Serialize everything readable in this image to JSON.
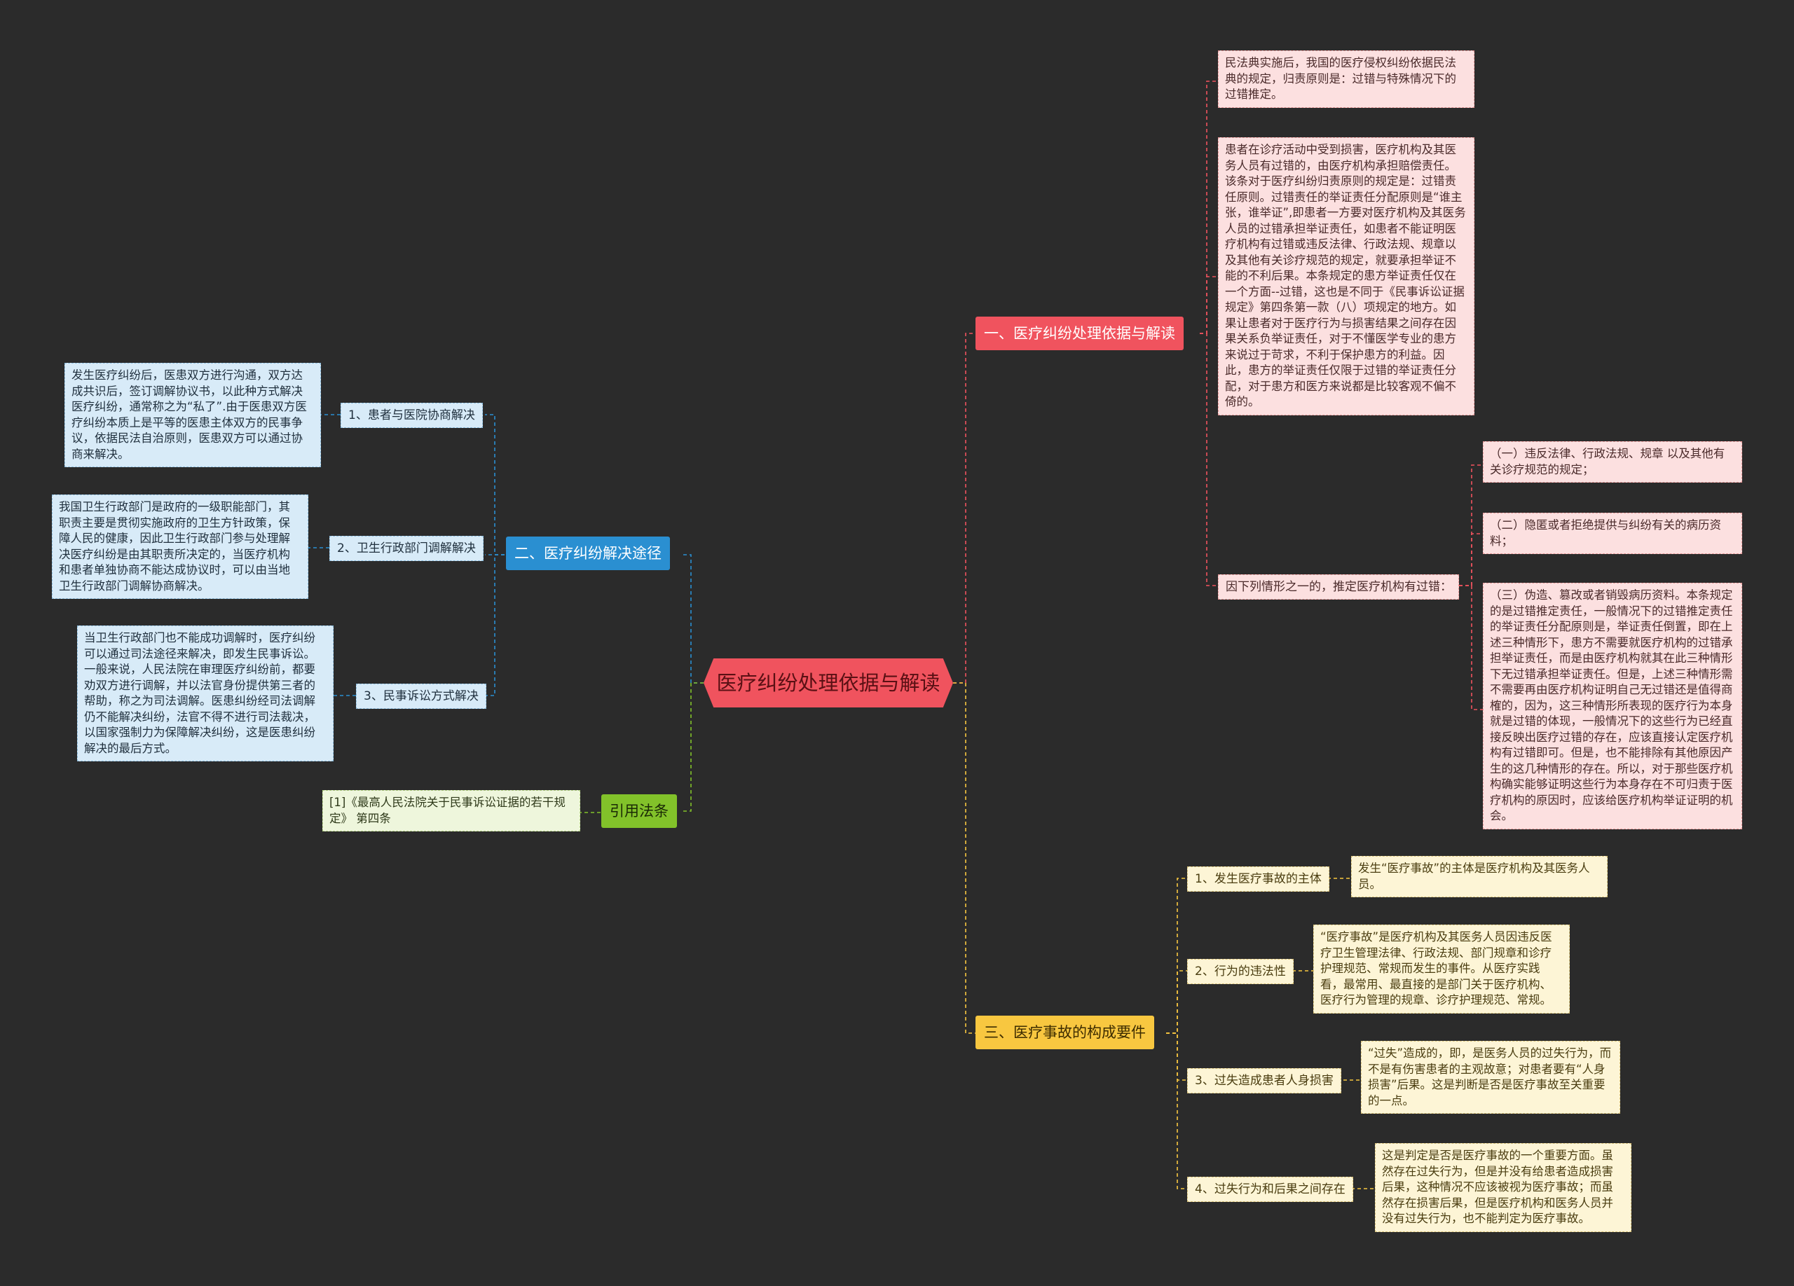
{
  "root": {
    "title": "医疗纠纷处理依据与解读"
  },
  "colors": {
    "background": "#2b2b2b",
    "red": "#f0535e",
    "blue": "#2a8fd1",
    "green": "#82c22a",
    "yellow": "#f8c740"
  },
  "branches": {
    "basis": {
      "label": "一、医疗纠纷处理依据与解读",
      "notes": [
        "民法典实施后，我国的医疗侵权纠纷依据民法典的规定，归责原则是：过错与特殊情况下的过错推定。",
        "患者在诊疗活动中受到损害，医疗机构及其医务人员有过错的，由医疗机构承担赔偿责任。该条对于医疗纠纷归责原则的规定是：过错责任原则。过错责任的举证责任分配原则是“谁主张，谁举证”,即患者一方要对医疗机构及其医务人员的过错承担举证责任，如患者不能证明医疗机构有过错或违反法律、行政法规、规章以及其他有关诊疗规范的规定，就要承担举证不能的不利后果。本条规定的患方举证责任仅在一个方面--过错，这也是不同于《民事诉讼证据规定》第四条第一款（八）项规定的地方。如果让患者对于医疗行为与损害结果之间存在因果关系负举证责任，对于不懂医学专业的患方来说过于苛求，不利于保护患方的利益。因此，患方的举证责任仅限于过错的举证责任分配，对于患方和医方来说都是比较客观不偏不倚的。"
      ],
      "presumption": {
        "label": "因下列情形之一的，推定医疗机构有过错：",
        "items": [
          "（一）违反法律、行政法规、规章 以及其他有关诊疗规范的规定；",
          "（二）隐匿或者拒绝提供与纠纷有关的病历资料；",
          "（三）伪造、篡改或者销毁病历资料。本条规定的是过错推定责任，一般情况下的过错推定责任的举证责任分配原则是，举证责任倒置，即在上述三种情形下，患方不需要就医疗机构的过错承担举证责任，而是由医疗机构就其在此三种情形下无过错承担举证责任。但是，上述三种情形需不需要再由医疗机构证明自己无过错还是值得商榷的，因为，这三种情形所表现的医疗行为本身就是过错的体现，一般情况下的这些行为已经直接反映出医疗过错的存在，应该直接认定医疗机构有过错即可。但是，也不能排除有其他原因产生的这几种情形的存在。所以，对于那些医疗机构确实能够证明这些行为本身存在不可归责于医疗机构的原因时，应该给医疗机构举证证明的机会。"
        ]
      }
    },
    "resolution": {
      "label": "二、医疗纠纷解决途径",
      "items": [
        {
          "label": "1、患者与医院协商解决",
          "note": "发生医疗纠纷后，医患双方进行沟通，双方达成共识后，签订调解协议书，以此种方式解决医疗纠纷，通常称之为“私了”.由于医患双方医疗纠纷本质上是平等的医患主体双方的民事争议，依据民法自治原则，医患双方可以通过协商来解决。"
        },
        {
          "label": "2、卫生行政部门调解解决",
          "note": "我国卫生行政部门是政府的一级职能部门，其职责主要是贯彻实施政府的卫生方针政策，保障人民的健康，因此卫生行政部门参与处理解决医疗纠纷是由其职责所决定的，当医疗机构和患者单独协商不能达成协议时，可以由当地卫生行政部门调解协商解决。"
        },
        {
          "label": "3、民事诉讼方式解决",
          "note": "当卫生行政部门也不能成功调解时，医疗纠纷可以通过司法途径来解决，即发生民事诉讼。一般来说，人民法院在审理医疗纠纷前，都要劝双方进行调解，并以法官身份提供第三者的帮助，称之为司法调解。医患纠纷经司法调解仍不能解决纠纷，法官不得不进行司法裁决，以国家强制力为保障解决纠纷，这是医患纠纷解决的最后方式。"
        }
      ]
    },
    "citation": {
      "label": "引用法条",
      "note": "[1]《最高人民法院关于民事诉讼证据的若干规定》 第四条"
    },
    "elements": {
      "label": "三、医疗事故的构成要件",
      "items": [
        {
          "label": "1、发生医疗事故的主体",
          "note": "发生“医疗事故”的主体是医疗机构及其医务人员。"
        },
        {
          "label": "2、行为的违法性",
          "note": "“医疗事故”是医疗机构及其医务人员因违反医疗卫生管理法律、行政法规、部门规章和诊疗护理规范、常规而发生的事件。从医疗实践看，最常用、最直接的是部门关于医疗机构、医疗行为管理的规章、诊疗护理规范、常规。"
        },
        {
          "label": "3、过失造成患者人身损害",
          "note": "“过失”造成的，即，是医务人员的过失行为，而不是有伤害患者的主观故意；对患者要有“人身损害”后果。这是判断是否是医疗事故至关重要的一点。"
        },
        {
          "label": "4、过失行为和后果之间存在",
          "note": "这是判定是否是医疗事故的一个重要方面。虽然存在过失行为，但是并没有给患者造成损害后果，这种情况不应该被视为医疗事故；而虽然存在损害后果，但是医疗机构和医务人员并没有过失行为，也不能判定为医疗事故。"
        }
      ]
    }
  }
}
